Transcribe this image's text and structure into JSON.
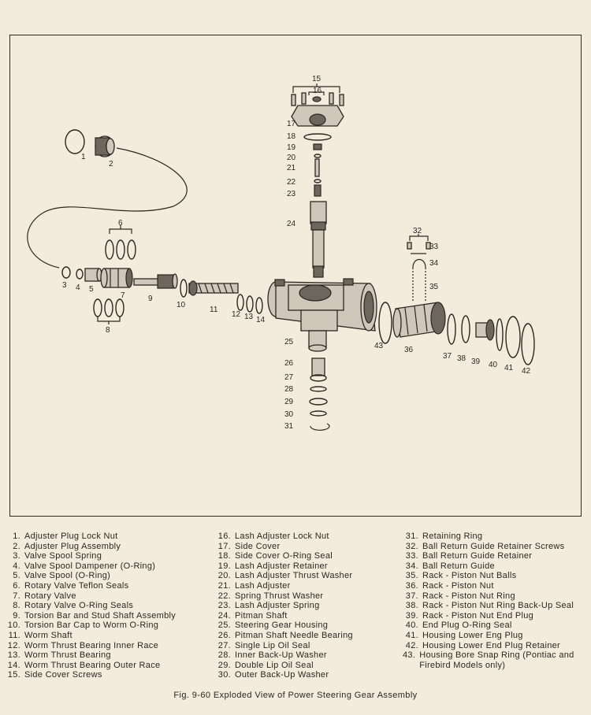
{
  "callouts": [
    "1",
    "2",
    "3",
    "4",
    "5",
    "6",
    "7",
    "8",
    "9",
    "10",
    "11",
    "12",
    "13",
    "14",
    "15",
    "16",
    "17",
    "18",
    "19",
    "20",
    "21",
    "22",
    "23",
    "24",
    "25",
    "26",
    "27",
    "28",
    "29",
    "30",
    "31",
    "32",
    "33",
    "34",
    "35",
    "36",
    "37",
    "38",
    "39",
    "40",
    "41",
    "42",
    "43"
  ],
  "legend": {
    "col1": [
      {
        "n": "1.",
        "t": "Adjuster Plug Lock Nut"
      },
      {
        "n": "2.",
        "t": "Adjuster Plug Assembly"
      },
      {
        "n": "3.",
        "t": "Valve Spool Spring"
      },
      {
        "n": "4.",
        "t": "Valve Spool Dampener (O-Ring)"
      },
      {
        "n": "5.",
        "t": "Valve Spool (O-Ring)"
      },
      {
        "n": "6.",
        "t": "Rotary Valve Teflon Seals"
      },
      {
        "n": "7.",
        "t": "Rotary Valve"
      },
      {
        "n": "8.",
        "t": "Rotary Valve O-Ring Seals"
      },
      {
        "n": "9.",
        "t": "Torsion Bar and Stud Shaft Assembly"
      },
      {
        "n": "10.",
        "t": "Torsion Bar Cap to Worm O-Ring"
      },
      {
        "n": "11.",
        "t": "Worm Shaft"
      },
      {
        "n": "12.",
        "t": "Worm Thrust Bearing Inner Race"
      },
      {
        "n": "13.",
        "t": "Worm Thrust Bearing"
      },
      {
        "n": "14.",
        "t": "Worm Thrust Bearing Outer Race"
      },
      {
        "n": "15.",
        "t": "Side Cover Screws"
      }
    ],
    "col2": [
      {
        "n": "16.",
        "t": "Lash Adjuster Lock Nut"
      },
      {
        "n": "17.",
        "t": "Side Cover"
      },
      {
        "n": "18.",
        "t": "Side Cover O-Ring Seal"
      },
      {
        "n": "19.",
        "t": "Lash Adjuster Retainer"
      },
      {
        "n": "20.",
        "t": "Lash Adjuster Thrust Washer"
      },
      {
        "n": "21.",
        "t": "Lash Adjuster"
      },
      {
        "n": "22.",
        "t": "Spring Thrust Washer"
      },
      {
        "n": "23.",
        "t": "Lash Adjuster Spring"
      },
      {
        "n": "24.",
        "t": "Pitman Shaft"
      },
      {
        "n": "25.",
        "t": "Steering Gear Housing"
      },
      {
        "n": "26.",
        "t": "Pitman Shaft Needle Bearing"
      },
      {
        "n": "27.",
        "t": "Single Lip Oil Seal"
      },
      {
        "n": "28.",
        "t": "Inner Back-Up Washer"
      },
      {
        "n": "29.",
        "t": "Double Lip Oil Seal"
      },
      {
        "n": "30.",
        "t": "Outer Back-Up Washer"
      }
    ],
    "col3": [
      {
        "n": "31.",
        "t": "Retaining Ring"
      },
      {
        "n": "32.",
        "t": "Ball Return Guide Retainer Screws"
      },
      {
        "n": "33.",
        "t": "Ball Return Guide Retainer"
      },
      {
        "n": "34.",
        "t": "Ball Return Guide"
      },
      {
        "n": "35.",
        "t": "Rack - Piston Nut Balls"
      },
      {
        "n": "36.",
        "t": "Rack - Piston Nut"
      },
      {
        "n": "37.",
        "t": "Rack - Piston Nut Ring"
      },
      {
        "n": "38.",
        "t": "Rack - Piston Nut Ring Back-Up Seal"
      },
      {
        "n": "39.",
        "t": "Rack - Piston Nut End Plug"
      },
      {
        "n": "40.",
        "t": "End Plug O-Ring Seal"
      },
      {
        "n": "41.",
        "t": "Housing Lower Eng Plug"
      },
      {
        "n": "42.",
        "t": "Housing Lower End Plug Retainer"
      },
      {
        "n": "43.",
        "t": "Housing Bore Snap Ring (Pontiac and Firebird Models only)"
      }
    ]
  },
  "caption": "Fig. 9-60 Exploded View of Power Steering Gear Assembly"
}
